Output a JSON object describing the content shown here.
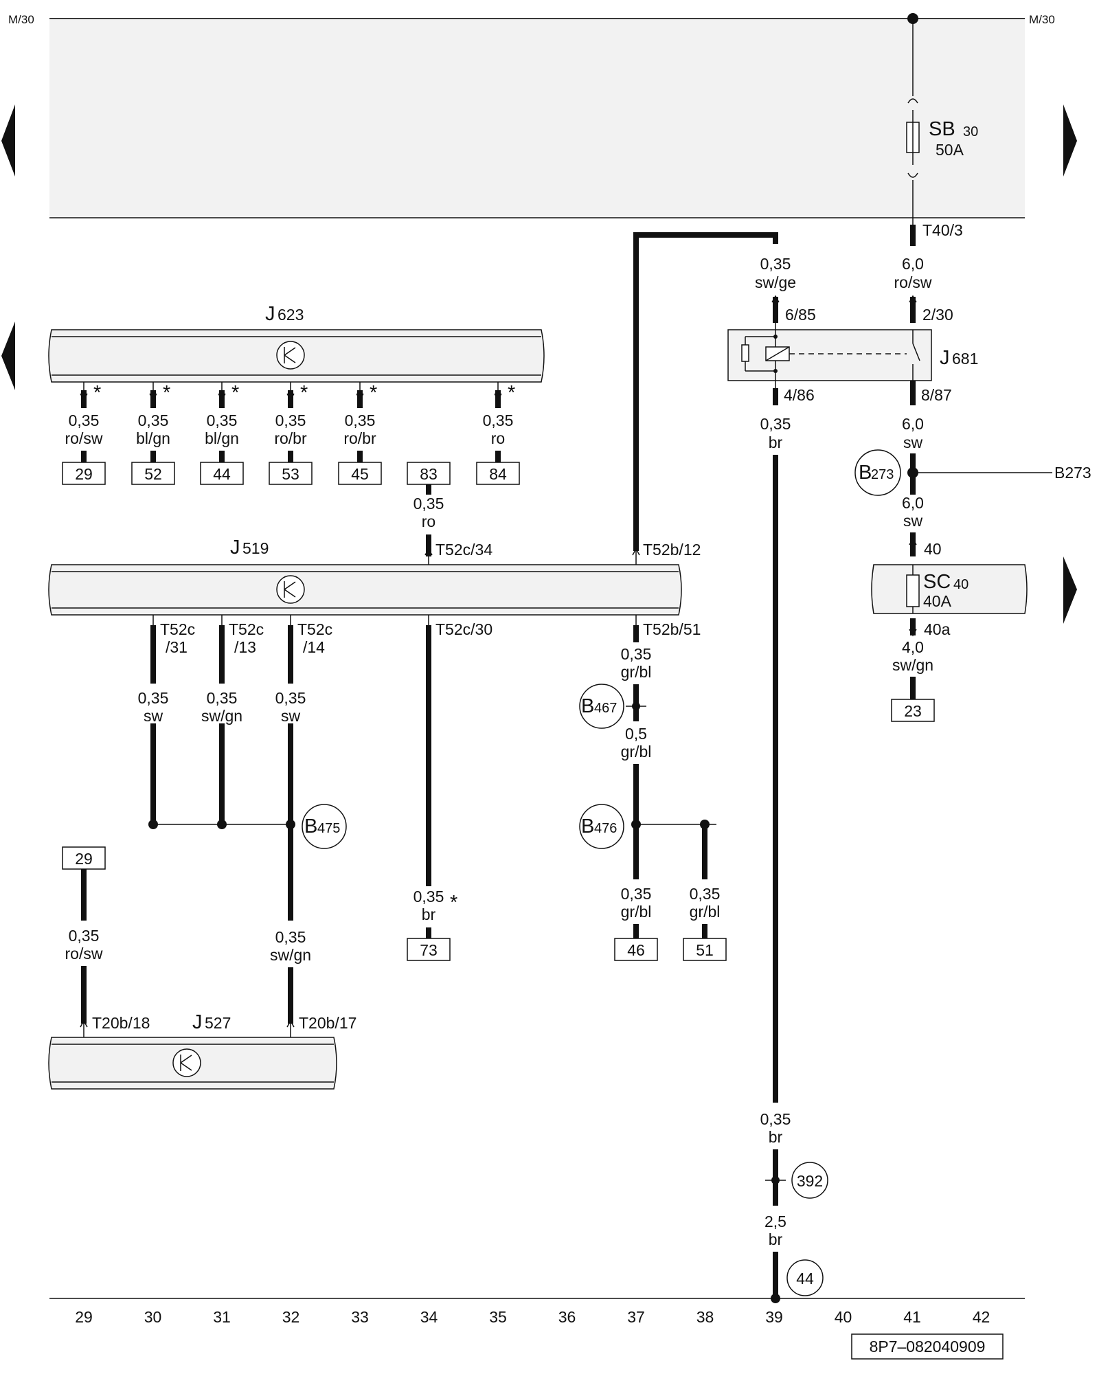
{
  "header": {
    "left": "M/30",
    "right": "M/30"
  },
  "fuse_sb": {
    "name": "SB",
    "index": "30",
    "rating": "50A"
  },
  "fuse_sc": {
    "name": "SC",
    "index": "40",
    "rating": "40A"
  },
  "units": {
    "j623": {
      "letter": "J",
      "index": "623"
    },
    "j519": {
      "letter": "J",
      "index": "519"
    },
    "j527": {
      "letter": "J",
      "index": "527"
    },
    "j681": {
      "letter": "J",
      "index": "681"
    }
  },
  "j623_outputs": [
    {
      "size": "0,35",
      "color": "ro/sw",
      "ref": "29",
      "mark": "*"
    },
    {
      "size": "0,35",
      "color": "bl/gn",
      "ref": "52",
      "mark": "*"
    },
    {
      "size": "0,35",
      "color": "bl/gn",
      "ref": "44",
      "mark": "*"
    },
    {
      "size": "0,35",
      "color": "ro/br",
      "ref": "53",
      "mark": "*"
    },
    {
      "size": "0,35",
      "color": "ro/br",
      "ref": "45",
      "mark": "*"
    },
    {
      "size": "0,35",
      "color": "ro",
      "ref": "84",
      "mark": "*"
    }
  ],
  "wire_83": {
    "ref": "83",
    "size": "0,35",
    "color": "ro",
    "pin": "T52c/34"
  },
  "wire_sw_ge": {
    "size": "0,35",
    "color": "sw/ge",
    "pin_j519": "T52b/12",
    "pin_relay": "6/85"
  },
  "wire_t40": {
    "pin": "T40/3",
    "size": "6,0",
    "color": "ro/sw",
    "pin_relay": "2/30"
  },
  "relay_out": {
    "pin": "8/87",
    "size": "6,0",
    "color": "sw"
  },
  "relay_86": {
    "pin": "4/86",
    "size": "0,35",
    "color": "br"
  },
  "b273": {
    "label": "B",
    "index": "273",
    "ext": "B273",
    "size": "6,0",
    "color": "sw",
    "pin": "40"
  },
  "sc_out": {
    "pin": "40a",
    "size": "4,0",
    "color": "sw/gn",
    "ref": "23"
  },
  "j519_pins": {
    "t52c31": {
      "a": "T52c",
      "b": "/31"
    },
    "t52c13": {
      "a": "T52c",
      "b": "/13"
    },
    "t52c14": {
      "a": "T52c",
      "b": "/14"
    },
    "t52c30": "T52c/30",
    "t52b51": "T52b/51"
  },
  "wires_lower": {
    "w30": {
      "size": "0,35",
      "color": "sw"
    },
    "w31": {
      "size": "0,35",
      "color": "sw/gn"
    },
    "w32": {
      "size": "0,35",
      "color": "sw"
    },
    "w32b": {
      "size": "0,35",
      "color": "sw/gn"
    },
    "w34": {
      "size": "0,35",
      "color": "br",
      "mark": "*",
      "ref": "73"
    },
    "w29": {
      "ref": "29",
      "size": "0,35",
      "color": "ro/sw"
    },
    "w37a": {
      "size": "0,35",
      "color": "gr/bl"
    },
    "w37b": {
      "size": "0,5",
      "color": "gr/bl"
    },
    "w37c": {
      "size": "0,35",
      "color": "gr/bl",
      "ref": "46"
    },
    "w38": {
      "size": "0,35",
      "color": "gr/bl",
      "ref": "51"
    },
    "w39a": {
      "size": "0,35",
      "color": "br"
    },
    "w39b": {
      "size": "2,5",
      "color": "br"
    }
  },
  "splices": {
    "b467": {
      "label": "B",
      "index": "467"
    },
    "b475": {
      "label": "B",
      "index": "475"
    },
    "b476": {
      "label": "B",
      "index": "476"
    }
  },
  "grounds": {
    "g392": "392",
    "g44": "44"
  },
  "j527_pins": {
    "p18": "T20b/18",
    "p17": "T20b/17"
  },
  "tracks": [
    "29",
    "30",
    "31",
    "32",
    "33",
    "34",
    "35",
    "36",
    "37",
    "38",
    "39",
    "40",
    "41",
    "42"
  ],
  "footer_code": "8P7–082040909"
}
